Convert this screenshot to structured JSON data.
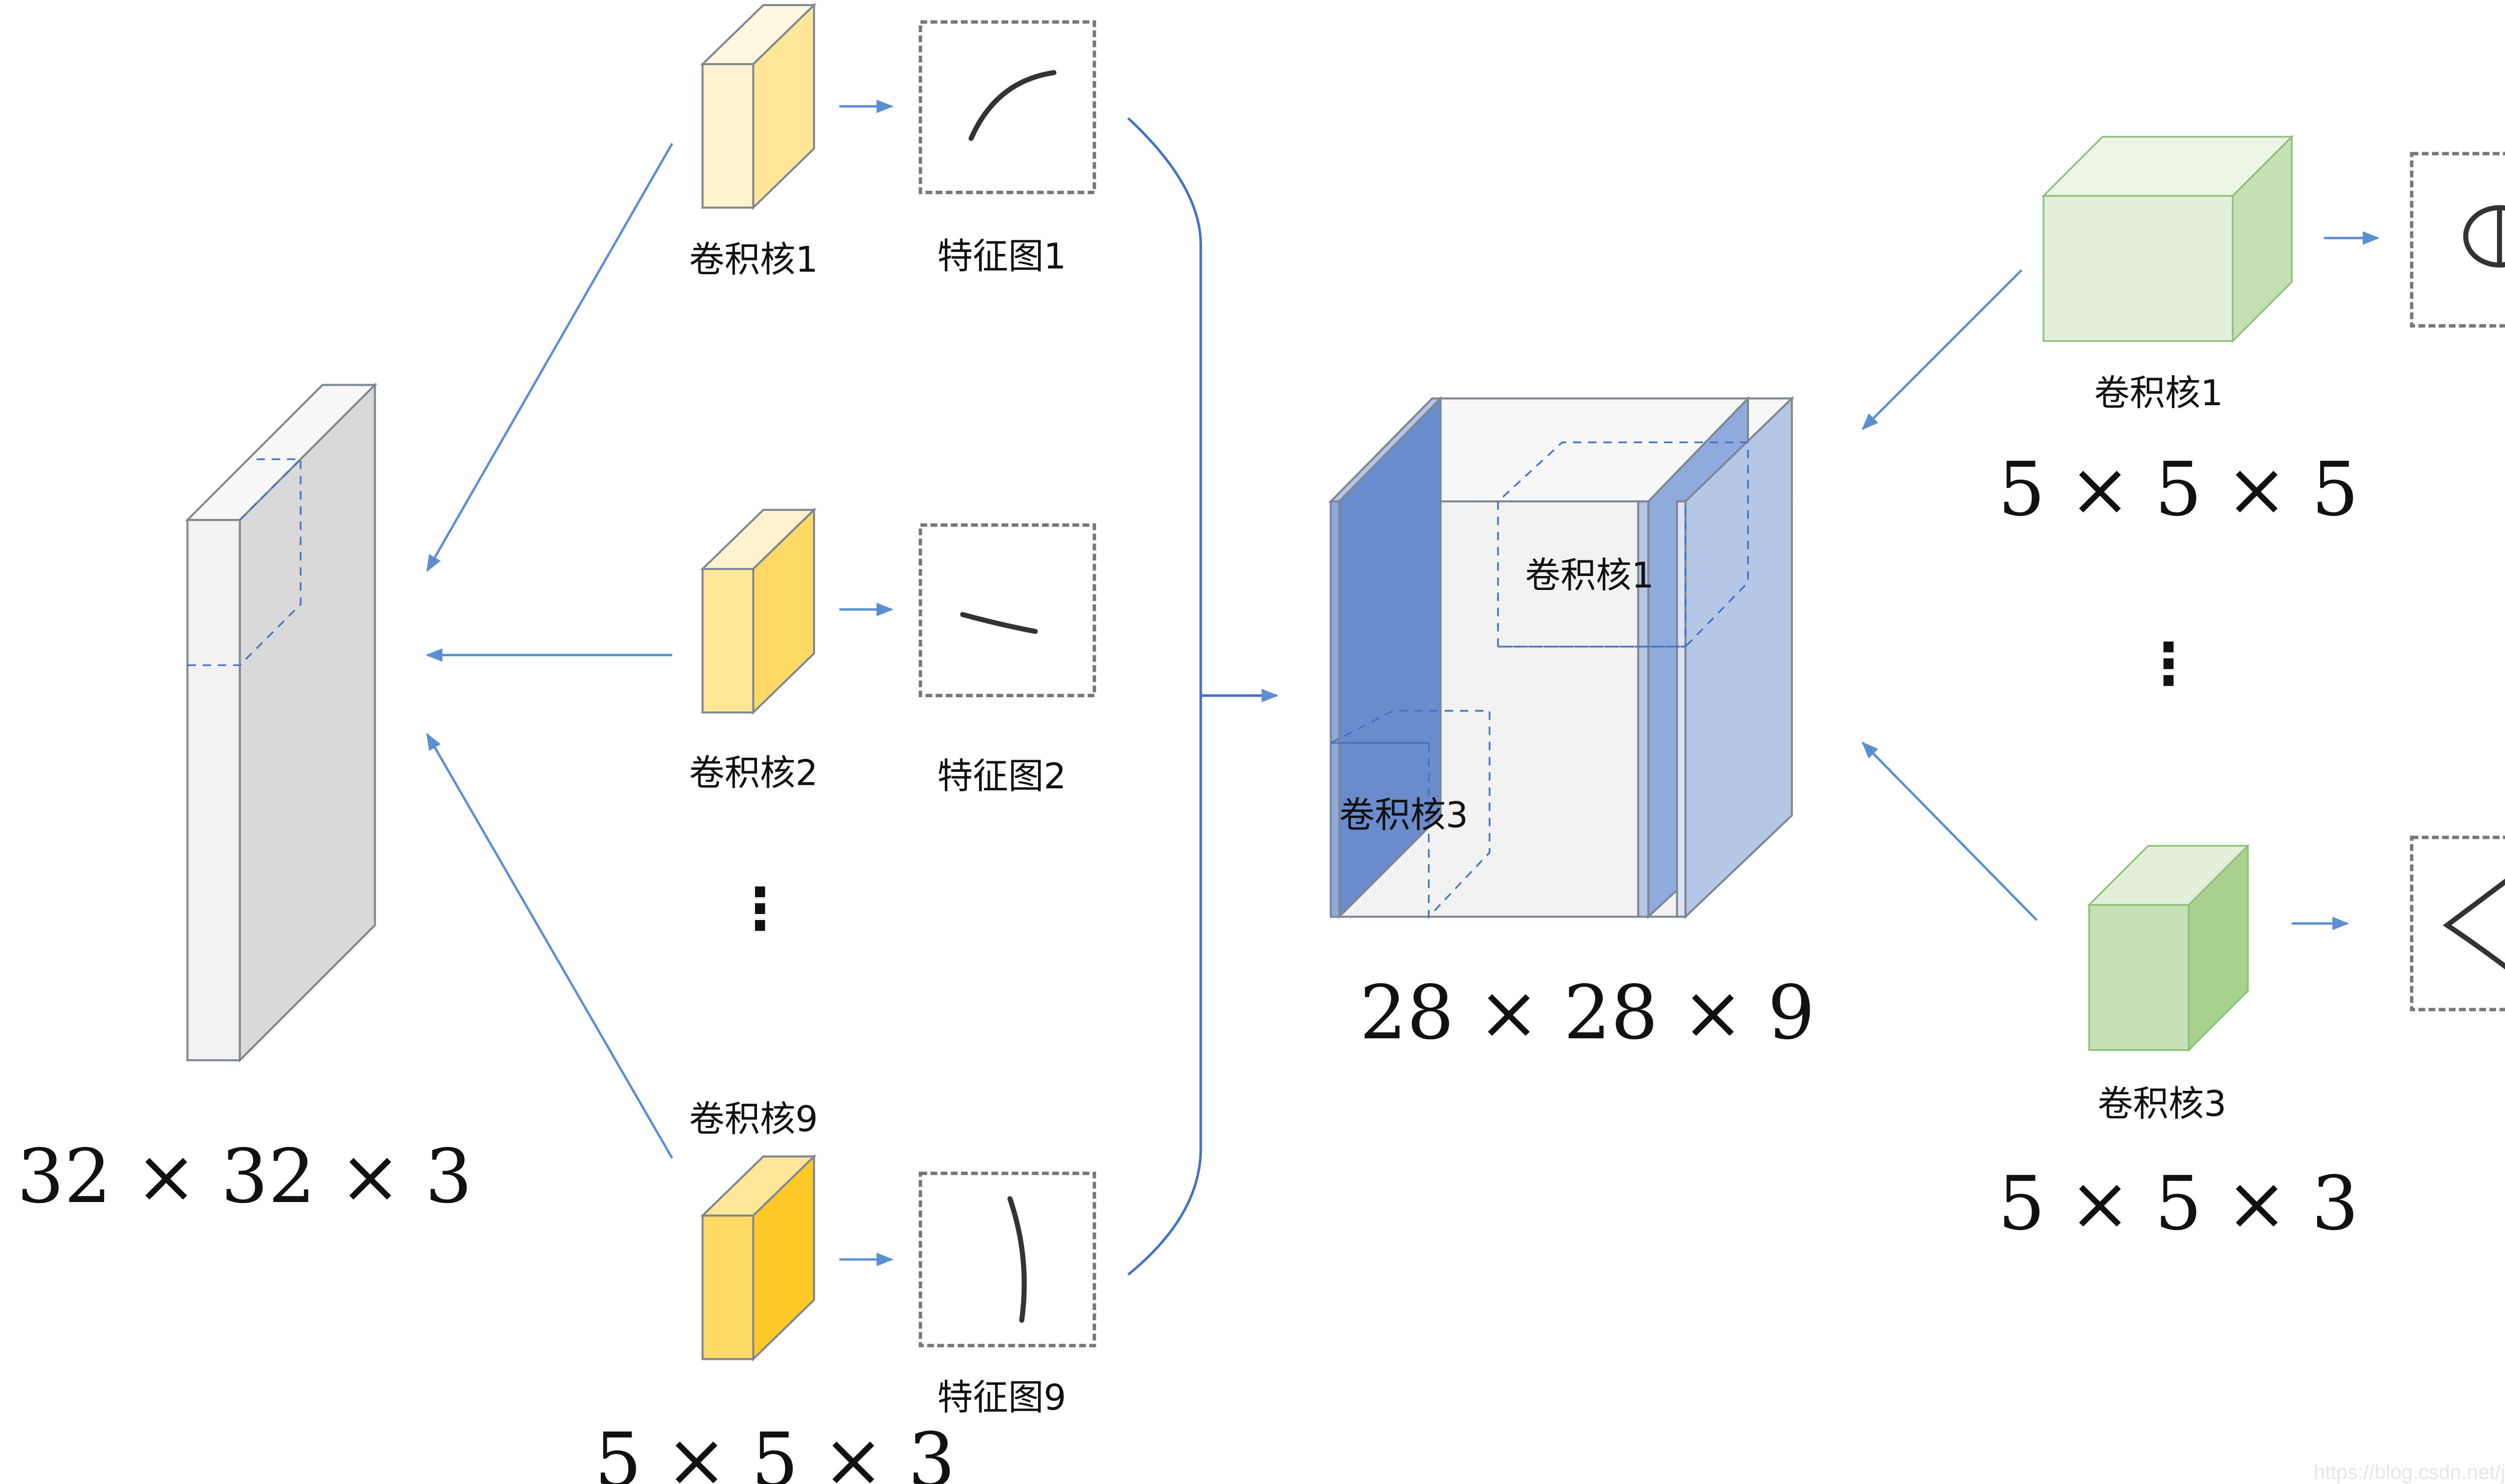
{
  "input": {
    "dims": "32 × 32 × 3"
  },
  "left_kernels": [
    {
      "label": "卷积核1",
      "feature_map": "特征图1"
    },
    {
      "label": "卷积核2",
      "feature_map": "特征图2"
    },
    {
      "label": "卷积核9",
      "feature_map": "特征图9"
    }
  ],
  "left_ellipsis": "⋮",
  "left_kernel_dims": "5 × 5 × 3",
  "middle": {
    "dims": "28 × 28 × 9",
    "kernel_a": "卷积核1",
    "kernel_b": "卷积核3"
  },
  "right_kernels": [
    {
      "label": "卷积核1",
      "dims": "5 × 5 × 5"
    },
    {
      "label": "卷积核3",
      "dims": "5 × 5 × 3"
    }
  ],
  "right_ellipsis": "⋮",
  "watermark": "https://blog.csdn.net/jack__linux",
  "colors": {
    "arrow": "#5b8fd0",
    "kernel_yellow_light": "#fff2cc",
    "kernel_yellow_mid": "#ffe699",
    "kernel_yellow_dark": "#ffc000",
    "kernel_green_light": "#e2efda",
    "kernel_green_dark": "#a9d18e",
    "feature_blue_dark": "#6a8ccc",
    "feature_blue_light": "#b4c7e7"
  }
}
